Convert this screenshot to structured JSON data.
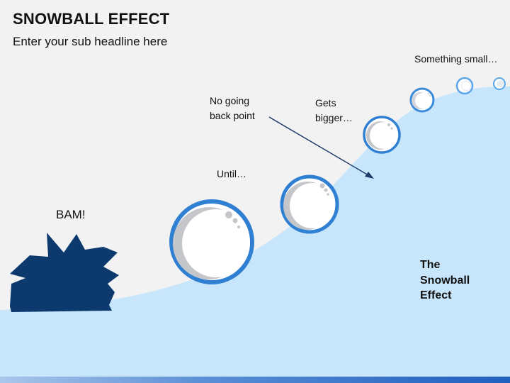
{
  "header": {
    "title": "SNOWBALL EFFECT",
    "subtitle": "Enter your sub headline here"
  },
  "labels": {
    "something_small": "Something small…",
    "gets_bigger_line1": "Gets",
    "gets_bigger_line2": "bigger…",
    "no_going_back_line1": "No going",
    "no_going_back_line2": "back point",
    "until": "Until…",
    "bam": "BAM!",
    "effect_line1": "The",
    "effect_line2": "Snowball",
    "effect_line3": "Effect"
  },
  "colors": {
    "hill_fill": "#c8e6fb",
    "ball_ring": "#2f7fd3",
    "ball_ring_light": "#5aa6e8",
    "ball_shadow": "#c4c6c9",
    "burst_fill": "#0d3a6e",
    "arrow": "#1f3b6a",
    "top_background": "#f2f2f2"
  }
}
